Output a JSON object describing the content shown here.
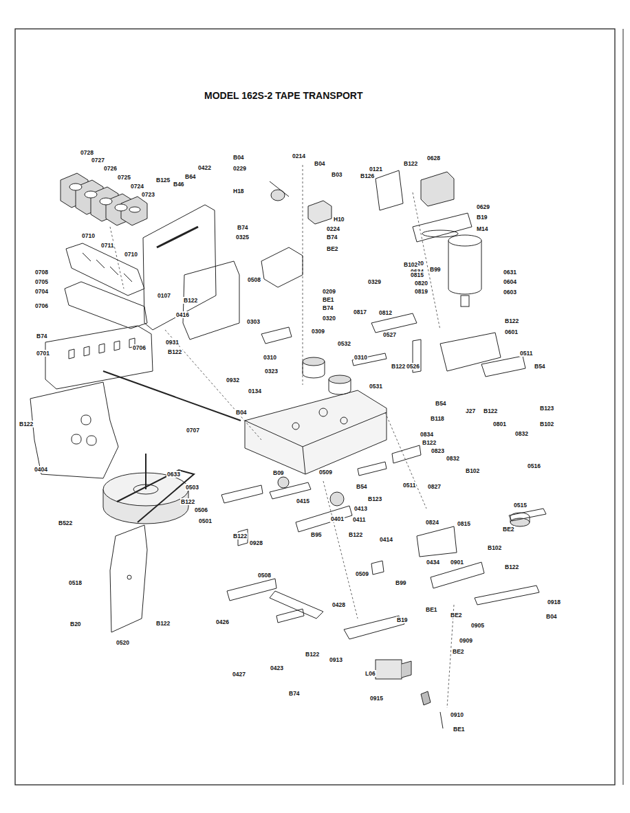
{
  "diagram": {
    "title": "MODEL 162S-2 TAPE TRANSPORT",
    "labels": [
      "0728",
      "0727",
      "0726",
      "0725",
      "0724",
      "0723",
      "B125",
      "B46",
      "B64",
      "0422",
      "B04",
      "0229",
      "H18",
      "0214",
      "B04",
      "B03",
      "H10",
      "0224",
      "B74",
      "BE2",
      "0121",
      "B122",
      "0628",
      "B126",
      "0629",
      "B19",
      "M14",
      "0820",
      "0634",
      "B102",
      "B99",
      "0815",
      "0820",
      "0819",
      "0329",
      "B74",
      "0325",
      "0710",
      "0711",
      "0710",
      "0708",
      "0705",
      "0704",
      "0706",
      "0706",
      "B74",
      "0701",
      "0107",
      "B122",
      "0416",
      "0508",
      "0303",
      "0209",
      "BE1",
      "B74",
      "0320",
      "0817",
      "0812",
      "0309",
      "0532",
      "0527",
      "0631",
      "0604",
      "0603",
      "B122",
      "0601",
      "0511",
      "B54",
      "0931",
      "B122",
      "0310",
      "0323",
      "0310",
      "0526",
      "B122",
      "0531",
      "0932",
      "0134",
      "B04",
      "B54",
      "J27",
      "B122",
      "B123",
      "0801",
      "B102",
      "0832",
      "B118",
      "0834",
      "B122",
      "0823",
      "0832",
      "0516",
      "B102",
      "0827",
      "0511",
      "B54",
      "0515",
      "BE2",
      "0815",
      "0824",
      "B102",
      "B123",
      "B122",
      "0707",
      "0404",
      "0633",
      "0503",
      "B122",
      "0506",
      "0501",
      "B122",
      "0928",
      "B09",
      "0415",
      "0509",
      "0401",
      "0413",
      "0411",
      "0414",
      "B122",
      "B95",
      "B522",
      "0518",
      "0434",
      "0901",
      "B122",
      "0918",
      "B04",
      "0905",
      "BE2",
      "BE1",
      "0909",
      "BE2",
      "0508",
      "0509",
      "B99",
      "0426",
      "0428",
      "0427",
      "0423",
      "B74",
      "B19",
      "B122",
      "0913",
      "L06",
      "0915",
      "0910",
      "BE1",
      "B20",
      "0520",
      "B122"
    ]
  }
}
